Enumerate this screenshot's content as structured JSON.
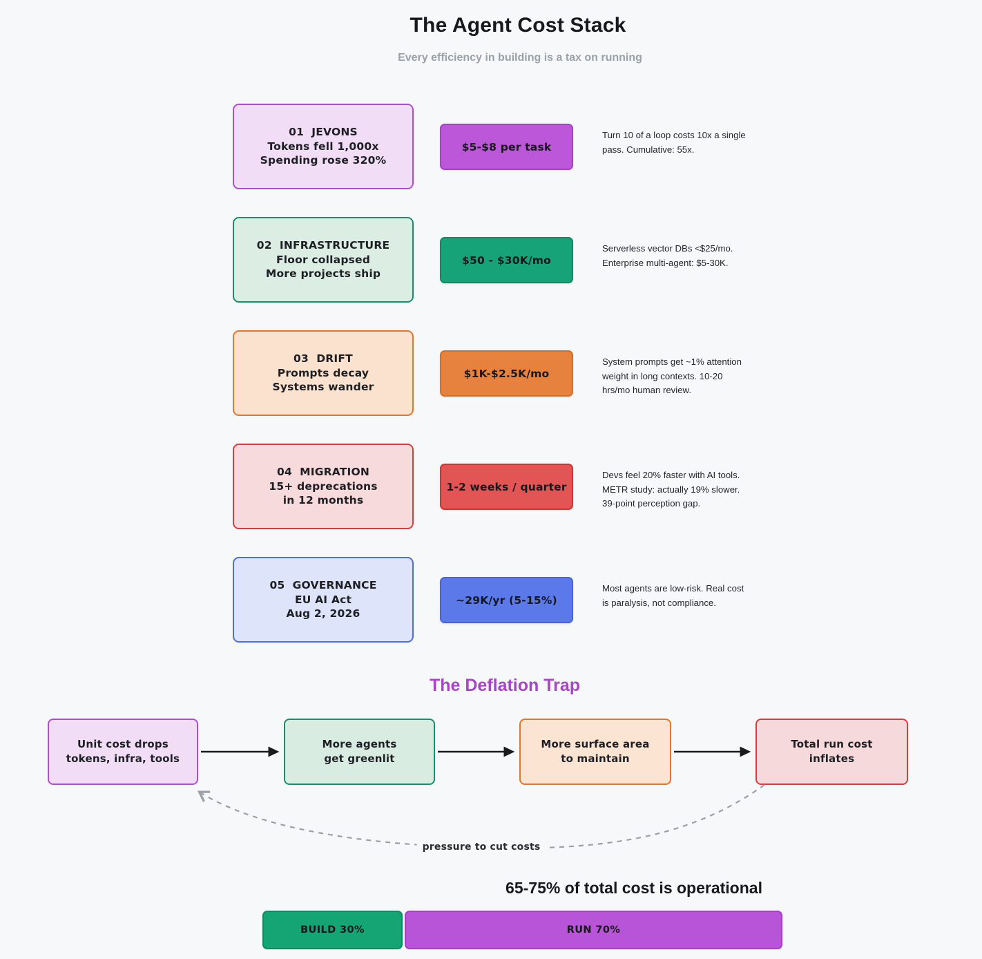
{
  "page": {
    "title": "The Agent Cost Stack",
    "subtitle": "Every efficiency in building is a tax on running",
    "background": "#f7f8fa"
  },
  "stack": {
    "rows": [
      {
        "box_lines": [
          "01  JEVONS",
          "Tokens fell 1,000x",
          "Spending rose 320%"
        ],
        "pill": "$5-$8 per task",
        "note": "Turn 10 of a loop costs 10x a single pass. Cumulative: 55x.",
        "colors": {
          "box_bg": "#f1def6",
          "box_border": "#ae4fd1",
          "pill_bg": "#bb57d8",
          "pill_border": "#a83fc8"
        }
      },
      {
        "box_lines": [
          "02  INFRASTRUCTURE",
          "Floor collapsed",
          "More projects ship"
        ],
        "pill": "$50 - $30K/mo",
        "note": "Serverless vector DBs <$25/mo. Enterprise multi-agent: $5-30K.",
        "colors": {
          "box_bg": "#dcede4",
          "box_border": "#188f6b",
          "pill_bg": "#15a377",
          "pill_border": "#0e8a64"
        }
      },
      {
        "box_lines": [
          "03  DRIFT",
          "Prompts decay",
          "Systems wander"
        ],
        "pill": "$1K-$2.5K/mo",
        "note": "System prompts get ~1% attention weight in long contexts. 10-20 hrs/mo human review.",
        "colors": {
          "box_bg": "#fbe2cf",
          "box_border": "#e0772c",
          "pill_bg": "#e6823d",
          "pill_border": "#d66f26"
        }
      },
      {
        "box_lines": [
          "04  MIGRATION",
          "15+ deprecations",
          "in 12 months"
        ],
        "pill": "1-2 weeks / quarter",
        "note": "Devs feel 20% faster with AI tools. METR study: actually 19% slower. 39-point perception gap.",
        "colors": {
          "box_bg": "#f7dadb",
          "box_border": "#dc3c3c",
          "pill_bg": "#e15555",
          "pill_border": "#ce3434"
        }
      },
      {
        "box_lines": [
          "05  GOVERNANCE",
          "EU AI Act",
          "Aug 2, 2026"
        ],
        "pill": "~29K/yr (5-15%)",
        "note": "Most agents are low-risk. Real cost is paralysis, not compliance.",
        "colors": {
          "box_bg": "#dee4f9",
          "box_border": "#4e6ce2",
          "pill_bg": "#5c79ea",
          "pill_border": "#4764de"
        }
      }
    ]
  },
  "deflation": {
    "title": "The Deflation Trap",
    "title_color": "#a843ca",
    "boxes": [
      {
        "lines": [
          "Unit cost drops",
          "tokens, infra, tools"
        ],
        "colors": {
          "bg": "#f1def6",
          "border": "#ae4fd1"
        }
      },
      {
        "lines": [
          "More agents",
          "get greenlit"
        ],
        "colors": {
          "bg": "#d9ece1",
          "border": "#188f6b"
        }
      },
      {
        "lines": [
          "More surface area",
          "to maintain"
        ],
        "colors": {
          "bg": "#fbe4d2",
          "border": "#e0772c"
        }
      },
      {
        "lines": [
          "Total run cost",
          "inflates"
        ],
        "colors": {
          "bg": "#f6d9da",
          "border": "#dc3c3c"
        }
      }
    ],
    "feedback_label": "pressure to cut costs",
    "arrow_color": "#1b1b1b",
    "dash_color": "#9aa0a6"
  },
  "footer": {
    "heading": "65-75% of total cost is operational",
    "segments": [
      {
        "label": "BUILD 30%",
        "percent": 30,
        "colors": {
          "bg": "#15a474",
          "border": "#0f8a61"
        }
      },
      {
        "label": "RUN 70%",
        "percent": 70,
        "colors": {
          "bg": "#b854d8",
          "border": "#a53fc8"
        }
      }
    ]
  }
}
